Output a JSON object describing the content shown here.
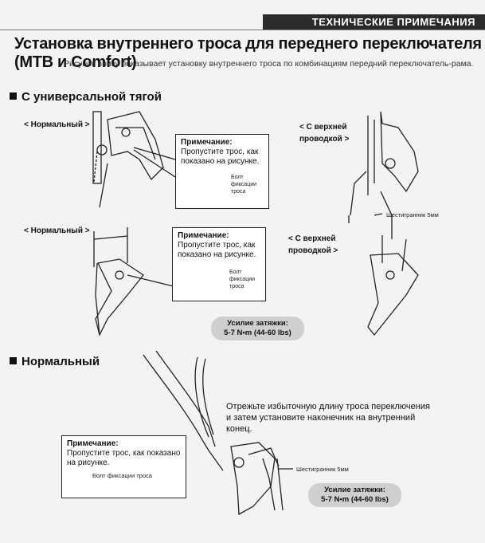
{
  "header": {
    "tag": "ТЕХНИЧЕСКИЕ ПРИМЕЧАНИЯ"
  },
  "title": "Установка внутреннего троса для переднего переключателя (MTB и Comfort)",
  "subtitle": "Рисунок внизу показывает установку внутреннего троса по комбинациям передний переключатель-рама.",
  "section1": {
    "heading": "С универсальной тягой",
    "normal_label_1": "< Нормальный >",
    "top_label_1": "< С верхней проводкой >",
    "normal_label_2": "< Нормальный >",
    "top_label_2": "< С верхней проводкой >",
    "note1_title": "Примечание:",
    "note1_text": "Пропустите трос, как показано на рисунке.",
    "bolt1": "Болт фиксации троса",
    "note2_title": "Примечание:",
    "note2_text": "Пропустите трос, как показано на рисунке.",
    "bolt2": "Болт фиксации троса",
    "hex1": "Шестигранник 5мм",
    "torque1_title": "Усилие затяжки:",
    "torque1_value": "5-7 N•m (44-60 lbs)"
  },
  "section2": {
    "heading": "Нормальный",
    "cut_text": "Отрежьте избыточную длину троса переключения и затем установите наконечник на внутренний конец.",
    "note_title": "Примечание:",
    "note_text": "Пропустите трос, как показано на рисунке.",
    "bolt": "Болт фиксации троса",
    "hex": "Шестигранник 5мм",
    "torque_title": "Усилие затяжки:",
    "torque_value": "5-7 N•m (44-60 lbs)"
  }
}
